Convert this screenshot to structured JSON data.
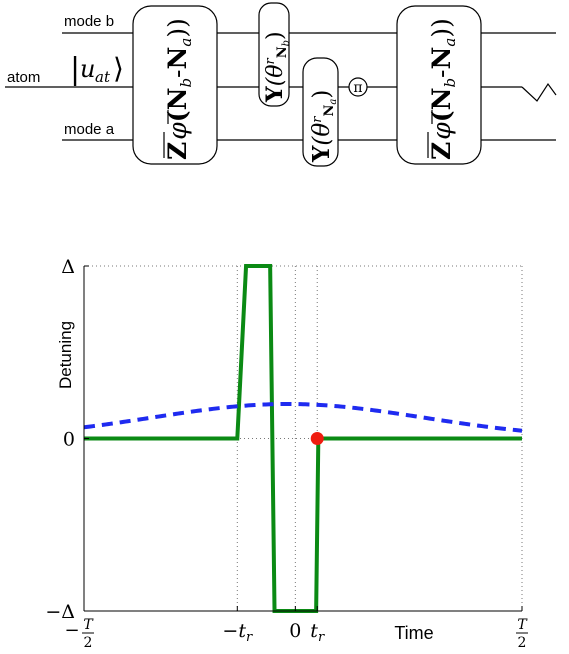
{
  "circuit": {
    "wire_labels": {
      "mode_b": "mode b",
      "atom": "atom",
      "mode_a": "mode a"
    },
    "atom_state": {
      "ket_open": "|",
      "symbol": "u",
      "sub": "at",
      "ket_close": "⟩"
    },
    "gates": [
      {
        "id": "z1",
        "base": "Z",
        "arg_phi": "φ",
        "arg_expr": "(N",
        "sub1": "b",
        "op": "-",
        "n2": "N",
        "sub2": "a",
        "close": "))"
      },
      {
        "id": "yb",
        "base": "Y",
        "arg": "(θ",
        "sup": "r",
        "nsym": "N",
        "sub": "b",
        "close": ")"
      },
      {
        "id": "ya",
        "base": "Y",
        "arg": "(θ",
        "sup": "r",
        "nsym": "N",
        "sub": "a",
        "close": ")"
      },
      {
        "id": "z2",
        "base": "Z",
        "arg_phi": "φ",
        "arg_expr": "(N",
        "sub1": "b",
        "op": "-",
        "n2": "N",
        "sub2": "a",
        "close": "))"
      }
    ],
    "pi_label": "π"
  },
  "chart_data": {
    "type": "line",
    "title": "",
    "xlabel": "Time",
    "ylabel": "Detuning",
    "x_ticks": [
      {
        "label_num": "T",
        "label_den": "2",
        "sign": "−",
        "x": -1.0
      },
      {
        "label": "−t",
        "sub": "r",
        "x": -0.3
      },
      {
        "label": "0",
        "x": -0.035
      },
      {
        "label": "t",
        "sub": "r",
        "x": 0.065
      },
      {
        "label_num": "T",
        "label_den": "2",
        "sign": "",
        "x": 1.0
      }
    ],
    "y_ticks": [
      {
        "label": "Δ",
        "y": 1.0
      },
      {
        "label": "0",
        "y": 0.0
      },
      {
        "label": "−Δ",
        "y": -1.0
      }
    ],
    "xlim": [
      -1.0,
      1.0
    ],
    "ylim": [
      -1.0,
      1.0
    ],
    "grid": "dotted",
    "series": [
      {
        "style": "solid",
        "color": "#0b8a14",
        "points": [
          [
            -1.0,
            0.0
          ],
          [
            -0.3,
            0.0
          ],
          [
            -0.26,
            1.0
          ],
          [
            -0.15,
            1.0
          ],
          [
            -0.13,
            -1.0
          ],
          [
            0.06,
            -1.0
          ],
          [
            0.07,
            0.0
          ],
          [
            1.0,
            0.0
          ]
        ]
      },
      {
        "style": "dashed",
        "color": "#1f2bf0",
        "gaussian": {
          "center": -0.07,
          "peak": 0.2,
          "sigma": 0.62
        }
      }
    ],
    "marker": {
      "x": 0.065,
      "y": 0.0,
      "color": "#ef1c10"
    }
  }
}
